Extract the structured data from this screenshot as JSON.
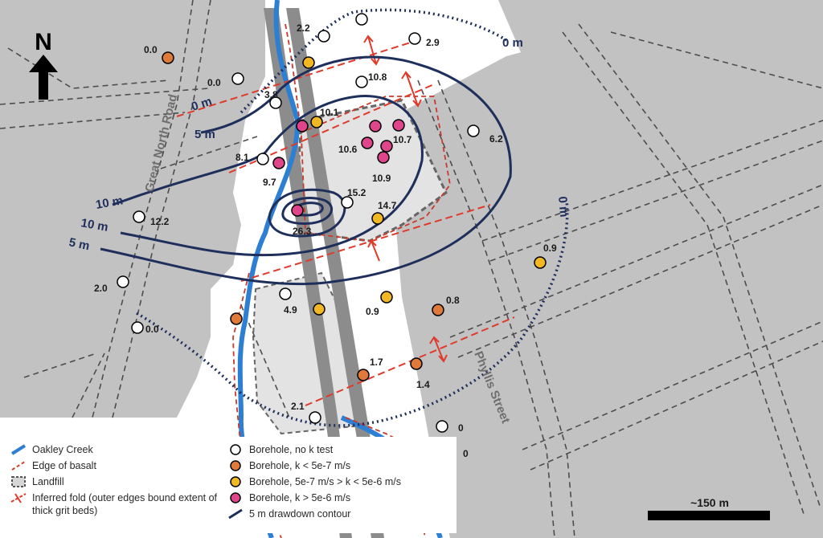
{
  "north_label": "N",
  "scale_label": "~150 m",
  "roads": {
    "great_north": "Great North Road",
    "phyllis": "Phyllis Street"
  },
  "contour_labels": [
    "0 m",
    "0 m",
    "0 m",
    "5 m",
    "5 m",
    "10 m",
    "10 m"
  ],
  "boreholes": [
    {
      "label": "2.2",
      "class": "no_test"
    },
    {
      "label": "",
      "class": "no_test"
    },
    {
      "label": "2.9",
      "class": "no_test"
    },
    {
      "label": "0.0",
      "class": "low"
    },
    {
      "label": "0.0",
      "class": "no_test"
    },
    {
      "label": "",
      "class": "medium"
    },
    {
      "label": "10.8",
      "class": "no_test"
    },
    {
      "label": "3.8",
      "class": "no_test"
    },
    {
      "label": "10.1",
      "class": "medium"
    },
    {
      "label": "",
      "class": "high"
    },
    {
      "label": "",
      "class": "high"
    },
    {
      "label": "",
      "class": "high"
    },
    {
      "label": "10.6",
      "class": "high"
    },
    {
      "label": "10.7",
      "class": "high"
    },
    {
      "label": "10.9",
      "class": "high"
    },
    {
      "label": "6.2",
      "class": "no_test"
    },
    {
      "label": "8.1",
      "class": "no_test"
    },
    {
      "label": "9.7",
      "class": "high"
    },
    {
      "label": "15.2",
      "class": "no_test"
    },
    {
      "label": "26.3",
      "class": "high"
    },
    {
      "label": "14.7",
      "class": "medium"
    },
    {
      "label": "12.2",
      "class": "no_test"
    },
    {
      "label": "0.9",
      "class": "medium"
    },
    {
      "label": "2.0",
      "class": "no_test"
    },
    {
      "label": "4.9",
      "class": "no_test"
    },
    {
      "label": "",
      "class": "medium"
    },
    {
      "label": "0.9",
      "class": "medium"
    },
    {
      "label": "0.8",
      "class": "low"
    },
    {
      "label": "0.0",
      "class": "no_test"
    },
    {
      "label": "",
      "class": "low"
    },
    {
      "label": "1.7",
      "class": "low"
    },
    {
      "label": "1.4",
      "class": "low"
    },
    {
      "label": "2.1",
      "class": "no_test"
    },
    {
      "label": "0",
      "class": "no_test"
    },
    {
      "label": "0",
      "class": "no_test"
    }
  ],
  "legend": {
    "creek": "Oakley Creek",
    "basalt": "Edge of basalt",
    "landfill": "Landfill",
    "fold": "Inferred fold (outer edges bound extent of thick grit beds)",
    "bh_none": "Borehole, no k test",
    "bh_low": "Borehole, k < 5e-7 m/s",
    "bh_med": "Borehole, 5e-7 m/s > k < 5e-6 m/s",
    "bh_high": "Borehole, k > 5e-6 m/s",
    "contour": "5 m drawdown contour"
  },
  "colors": {
    "no_test": "#ffffff",
    "low": "#e07a3a",
    "medium": "#f2b824",
    "high": "#e0458c",
    "contour": "#1f2f5c",
    "creek": "#2d7fd3",
    "basalt": "#d43a2a",
    "land": "#bfbfbf"
  }
}
